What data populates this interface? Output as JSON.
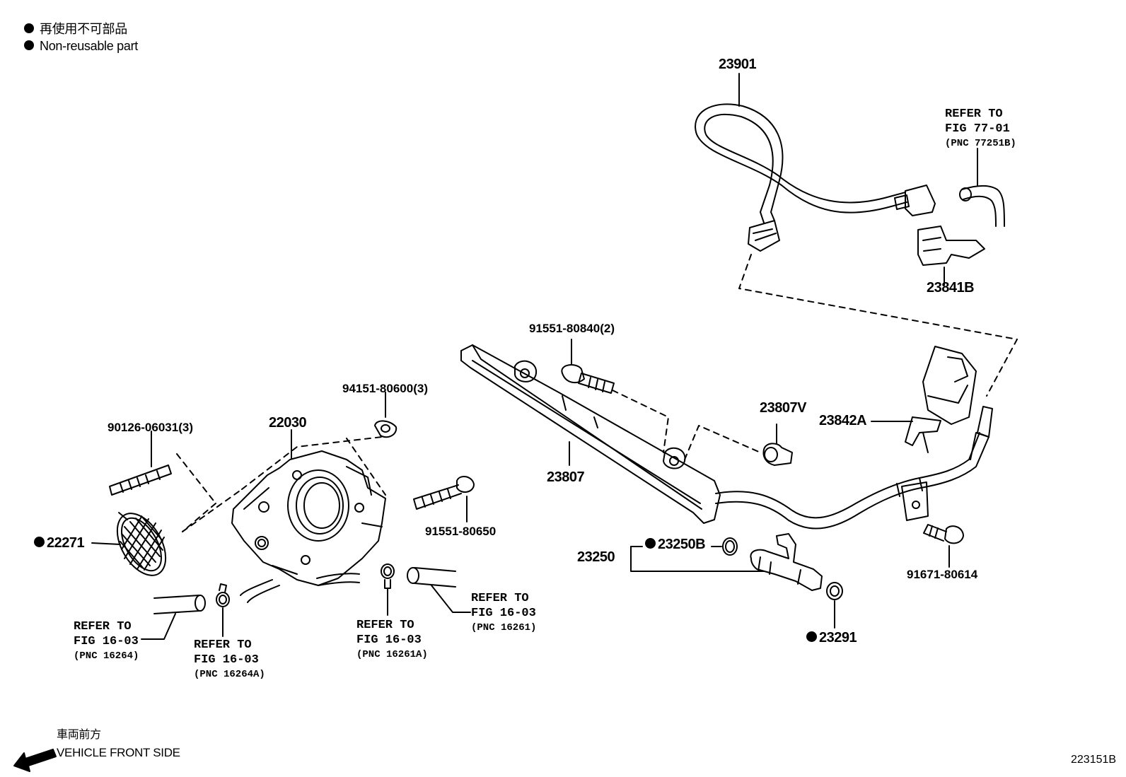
{
  "legend": {
    "jp": "再使用不可部品",
    "en": "Non-reusable part"
  },
  "parts": {
    "p23901": "23901",
    "p23841B": "23841B",
    "p91551_80840": "91551-80840(2)",
    "p23807V": "23807V",
    "p23842A": "23842A",
    "p94151_80600": "94151-80600(3)",
    "p90126_06031": "90126-06031(3)",
    "p22030": "22030",
    "p23807": "23807",
    "p91551_80650": "91551-80650",
    "p22271": "22271",
    "p23250": "23250",
    "p23250B": "23250B",
    "p91671_80614": "91671-80614",
    "p23291": "23291"
  },
  "refs": {
    "fig77": {
      "l1": "REFER TO",
      "l2": "FIG 77-01",
      "l3": "(PNC 77251B)"
    },
    "fig16_a": {
      "l1": "REFER TO",
      "l2": "FIG 16-03",
      "l3": "(PNC 16261)"
    },
    "fig16_b": {
      "l1": "REFER TO",
      "l2": "FIG 16-03",
      "l3": "(PNC 16264)"
    },
    "fig16_c": {
      "l1": "REFER TO",
      "l2": "FIG 16-03",
      "l3": "(PNC 16264A)"
    },
    "fig16_d": {
      "l1": "REFER TO",
      "l2": "FIG 16-03",
      "l3": "(PNC 16261A)"
    }
  },
  "direction": {
    "jp": "車両前方",
    "en": "VEHICLE FRONT SIDE"
  },
  "figure_id": "223151B"
}
